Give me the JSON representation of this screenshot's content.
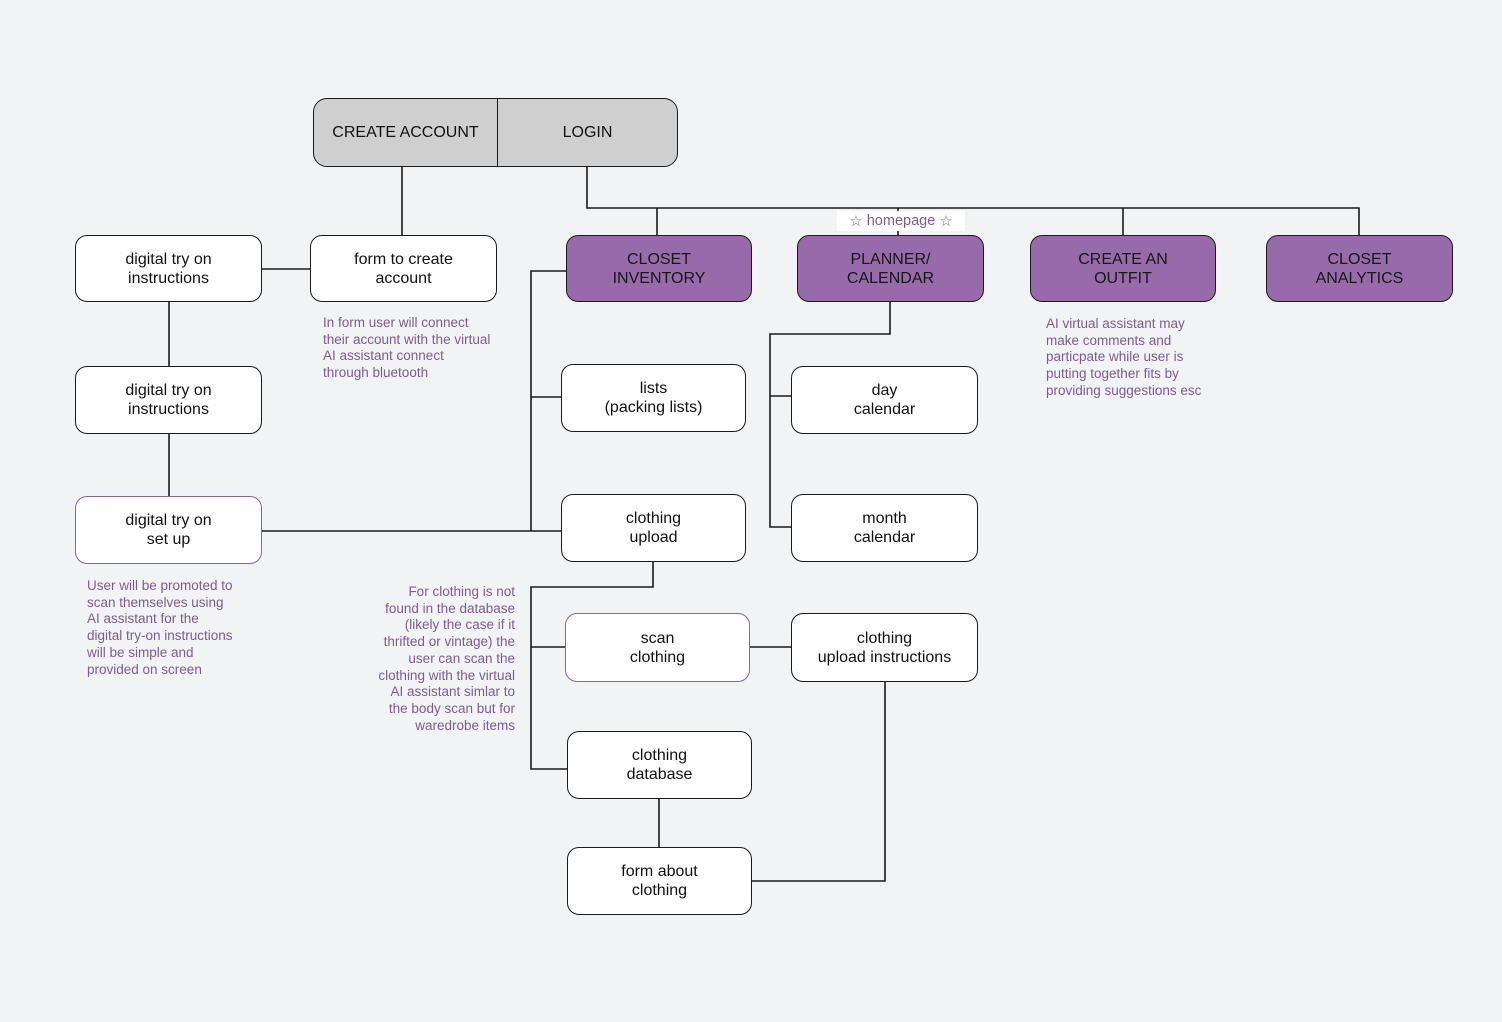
{
  "auth": {
    "create_account": "CREATE ACCOUNT",
    "login": "LOGIN"
  },
  "homepage": {
    "label": "homepage",
    "icon": "star-outline-icon"
  },
  "main_sections": {
    "closet_inventory": "CLOSET\nINVENTORY",
    "planner_calendar": "PLANNER/\nCALENDAR",
    "create_outfit": "CREATE AN\nOUTFIT",
    "closet_analytics": "CLOSET\nANALYTICS"
  },
  "nodes": {
    "form_create_account": "form to create\naccount",
    "try_on_instructions_1": "digital try on\ninstructions",
    "try_on_instructions_2": "digital try on\ninstructions",
    "try_on_setup": "digital try on\nset up",
    "lists": "lists\n(packing lists)",
    "clothing_upload": "clothing\nupload",
    "scan_clothing": "scan\nclothing",
    "clothing_upload_instructions": "clothing\nupload instructions",
    "clothing_database": "clothing\ndatabase",
    "form_about_clothing": "form about\nclothing",
    "day_calendar": "day\ncalendar",
    "month_calendar": "month\ncalendar"
  },
  "notes": {
    "form_note": "In form user will connect\ntheir account with the virtual\nAI assistant connect\nthrough bluetooth",
    "scan_note": "User will be promoted to\nscan themselves using\nAI assistant for the\ndigital try-on instructions\nwill be simple and\nprovided on screen",
    "clothing_note": "For clothing is not\nfound in the database\n(likely the case if it\nthrifted or vintage) the\nuser can scan the\nclothing with the virtual\nAI assistant simlar to\nthe body scan but for\nwaredrobe items",
    "outfit_note": "AI virtual assistant may\nmake comments and\nparticpate while user is\nputting together fits by\nproviding suggestions esc"
  },
  "colors": {
    "purple": "#976ba9",
    "note_text": "#7d5b97",
    "auth_fill": "#cfcfcf",
    "background": "#f2f3f4"
  }
}
